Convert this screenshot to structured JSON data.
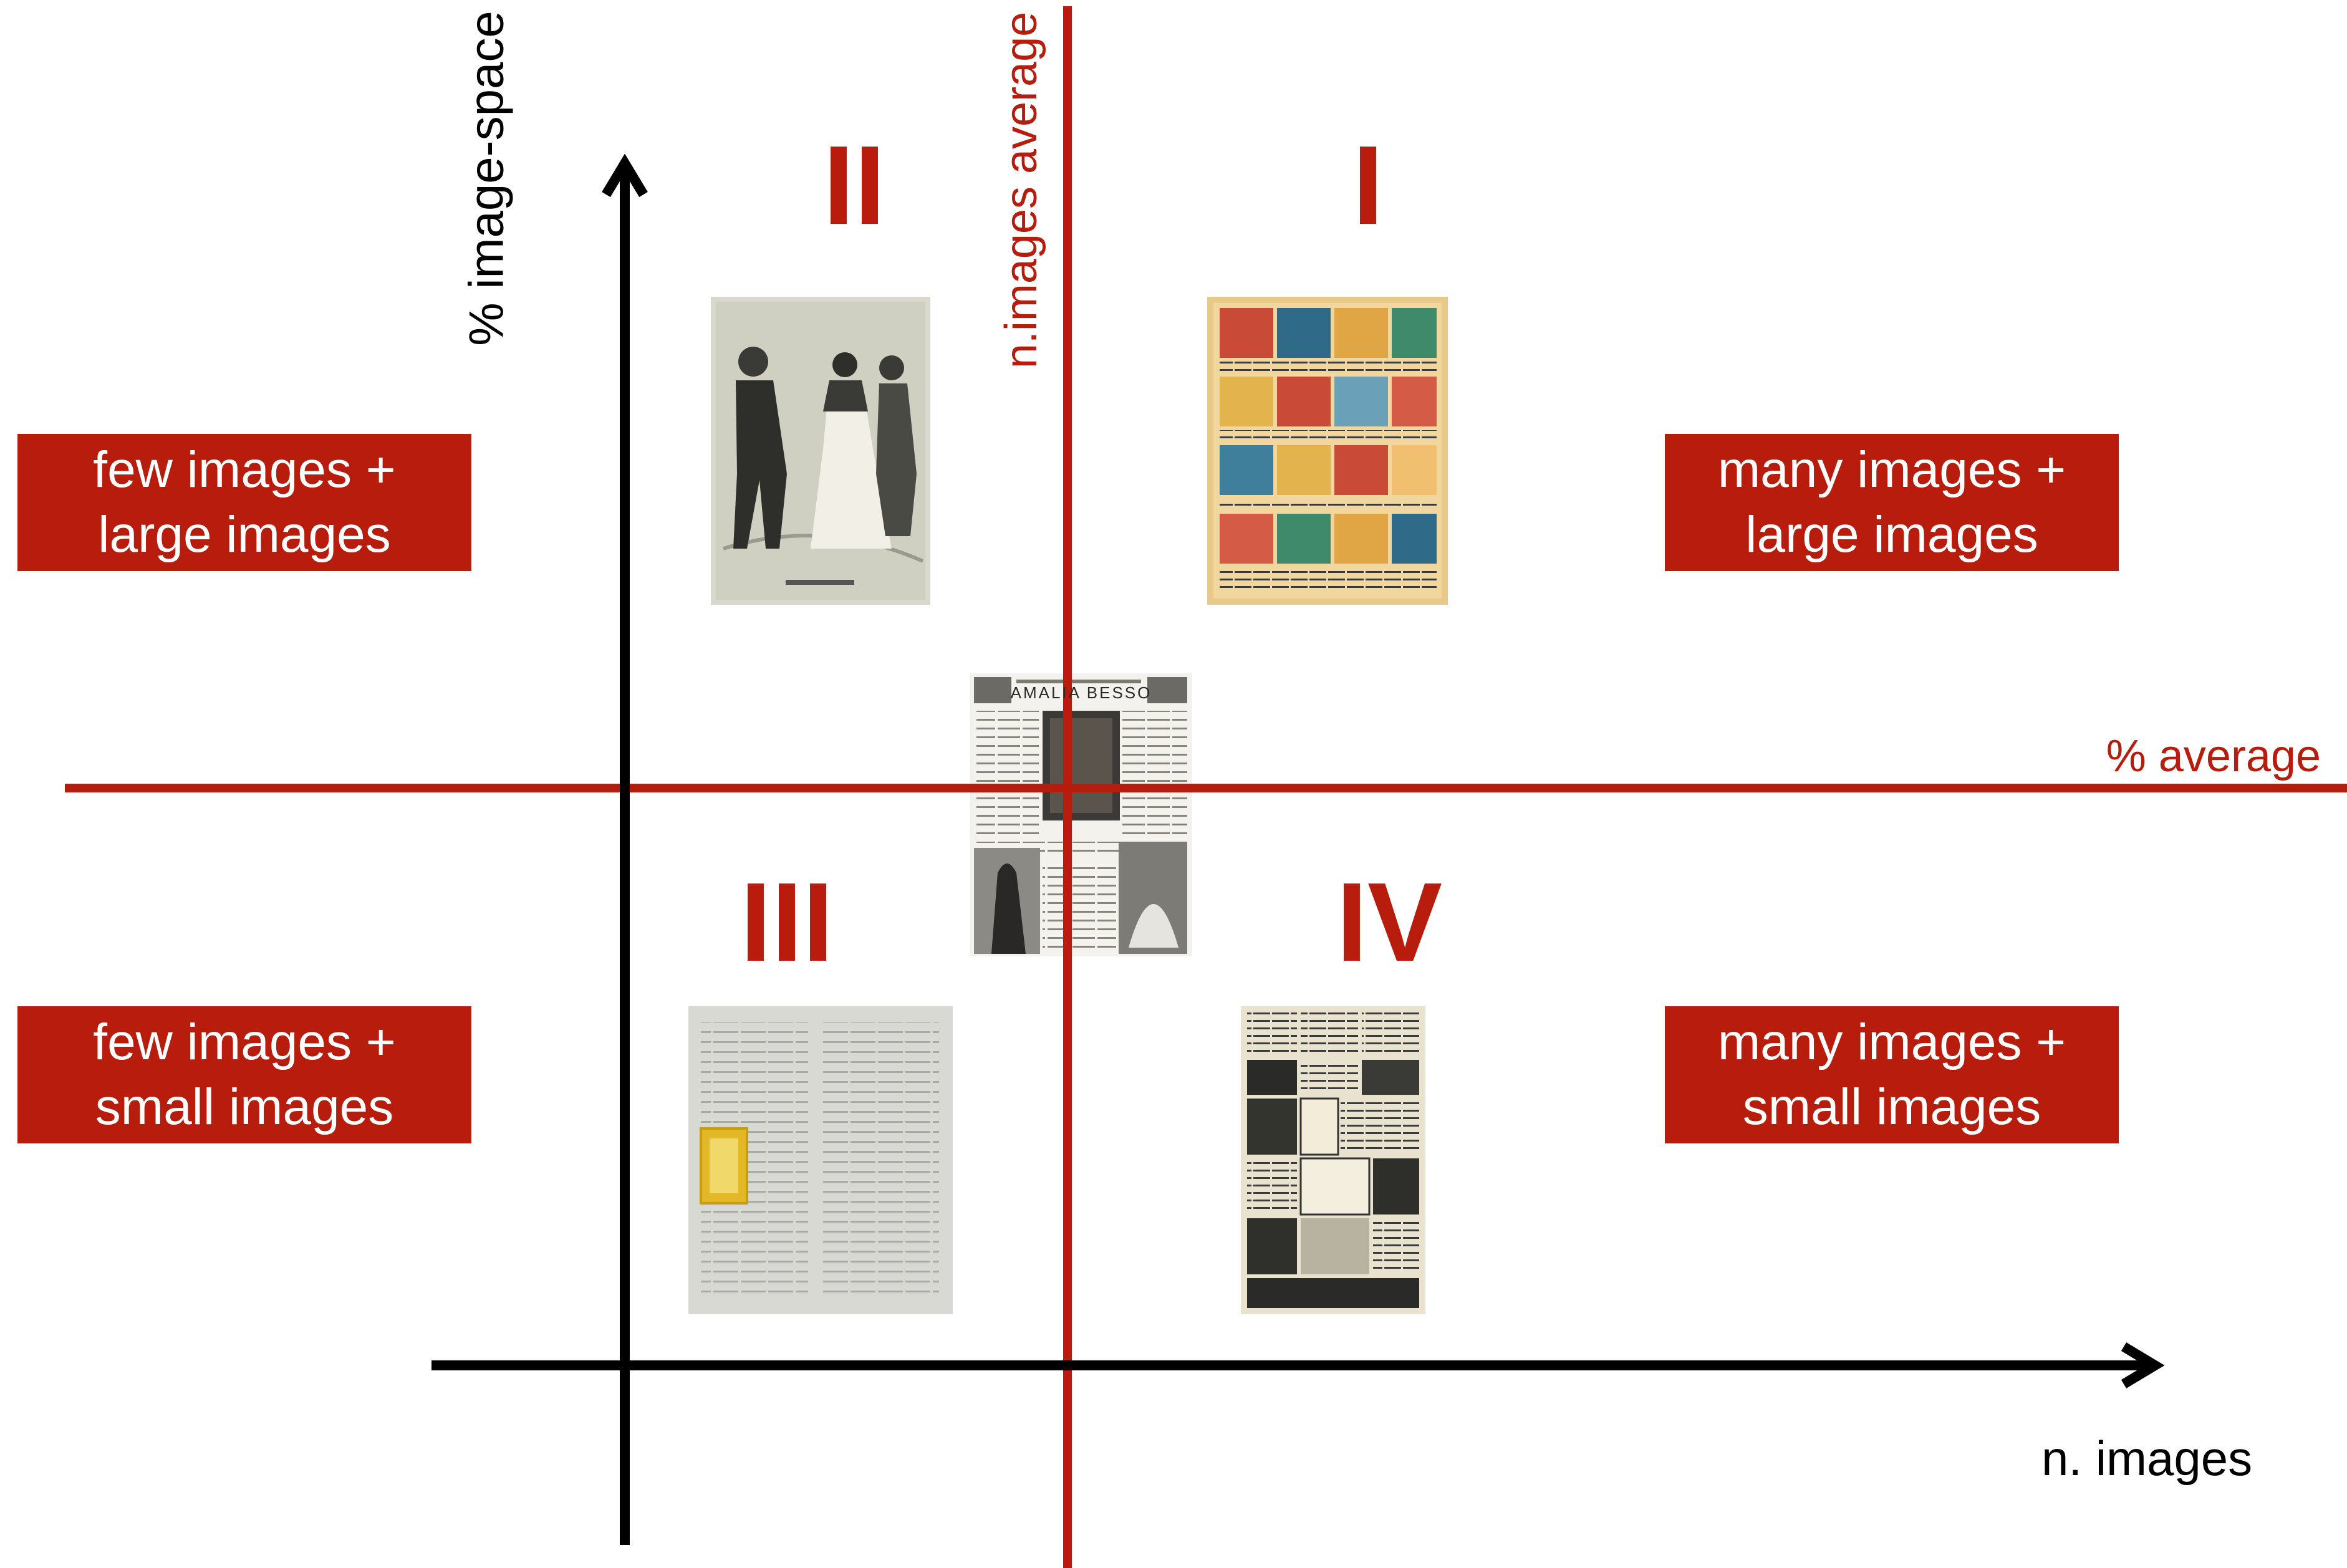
{
  "axes": {
    "y_label": "% image-space",
    "x_label": "n. images"
  },
  "averages": {
    "n_images": "n.images average",
    "percent": "% average"
  },
  "quadrants": {
    "I": {
      "numeral": "I",
      "line1": "many images +",
      "line2": "large images"
    },
    "II": {
      "numeral": "II",
      "line1": "few images +",
      "line2": "large images"
    },
    "III": {
      "numeral": "III",
      "line1": "few images +",
      "line2": "small images"
    },
    "IV": {
      "numeral": "IV",
      "line1": "many images +",
      "line2": "small images"
    }
  },
  "center_page": {
    "header": "AMALIA BESSO"
  },
  "colors": {
    "accent": "#b71c0c",
    "axis": "#000000",
    "background": "#ffffff"
  }
}
